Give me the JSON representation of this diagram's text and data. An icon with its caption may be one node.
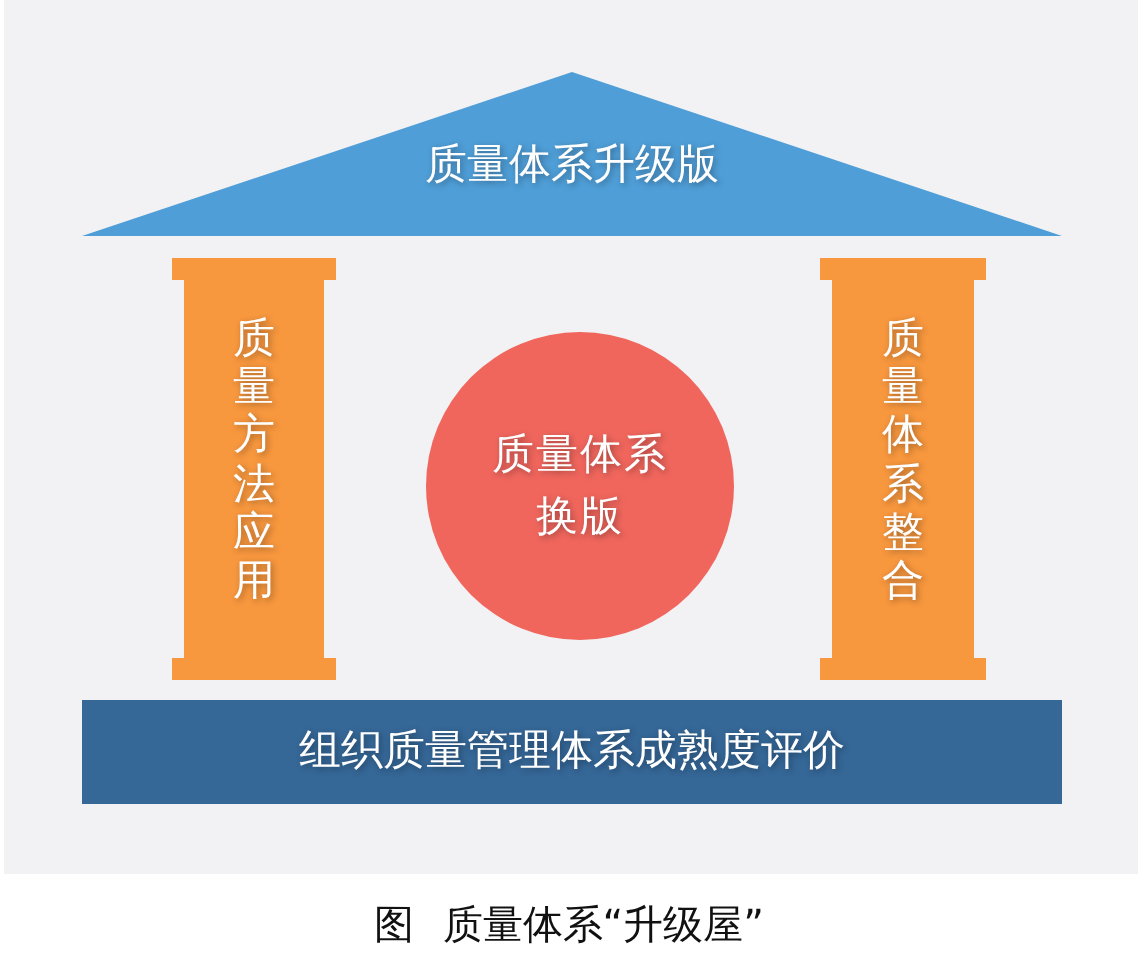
{
  "diagram": {
    "caption": "图 质量体系“升级屋”",
    "nodes": [
      {
        "text": [
          "质量体系升级版"
        ]
      },
      {
        "text": [
          "质量方法应用"
        ]
      },
      {
        "text": [
          "质量体系换版"
        ]
      },
      {
        "text": [
          "质量体系整合"
        ]
      },
      {
        "text": [
          "组织质量管理体系成熟度评价"
        ]
      }
    ]
  }
}
